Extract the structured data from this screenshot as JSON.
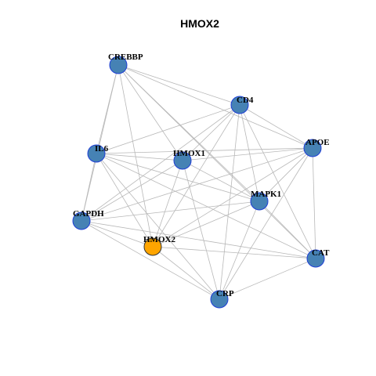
{
  "title": "HMOX2",
  "colors": {
    "node_fill": "#4682B4",
    "node_border": "#1F3FD6",
    "highlight_fill": "#FFA500",
    "highlight_border": "#333333",
    "edge": "#B8B8B8"
  },
  "nodes": [
    {
      "id": "CREBBP",
      "label": "CREBBP",
      "highlight": false
    },
    {
      "id": "CD4",
      "label": "CD4",
      "highlight": false
    },
    {
      "id": "APOE",
      "label": "APOE",
      "highlight": false
    },
    {
      "id": "IL6",
      "label": "IL6",
      "highlight": false
    },
    {
      "id": "HMOX1",
      "label": "HMOX1",
      "highlight": false
    },
    {
      "id": "MAPK1",
      "label": "MAPK1",
      "highlight": false
    },
    {
      "id": "GAPDH",
      "label": "GAPDH",
      "highlight": false
    },
    {
      "id": "HMOX2",
      "label": "HMOX2",
      "highlight": true
    },
    {
      "id": "CAT",
      "label": "CAT",
      "highlight": false
    },
    {
      "id": "CRP",
      "label": "CRP",
      "highlight": false
    }
  ],
  "edges": [
    [
      "CREBBP",
      "CD4"
    ],
    [
      "CREBBP",
      "APOE"
    ],
    [
      "CREBBP",
      "IL6"
    ],
    [
      "CREBBP",
      "GAPDH"
    ],
    [
      "CREBBP",
      "MAPK1"
    ],
    [
      "CREBBP",
      "CAT"
    ],
    [
      "CREBBP",
      "HMOX2"
    ],
    [
      "CREBBP",
      "HMOX1"
    ],
    [
      "CD4",
      "APOE"
    ],
    [
      "CD4",
      "IL6"
    ],
    [
      "CD4",
      "HMOX1"
    ],
    [
      "CD4",
      "MAPK1"
    ],
    [
      "CD4",
      "GAPDH"
    ],
    [
      "CD4",
      "HMOX2"
    ],
    [
      "CD4",
      "CAT"
    ],
    [
      "CD4",
      "CRP"
    ],
    [
      "APOE",
      "IL6"
    ],
    [
      "APOE",
      "HMOX1"
    ],
    [
      "APOE",
      "MAPK1"
    ],
    [
      "APOE",
      "GAPDH"
    ],
    [
      "APOE",
      "HMOX2"
    ],
    [
      "APOE",
      "CAT"
    ],
    [
      "APOE",
      "CRP"
    ],
    [
      "IL6",
      "HMOX1"
    ],
    [
      "IL6",
      "MAPK1"
    ],
    [
      "IL6",
      "GAPDH"
    ],
    [
      "IL6",
      "HMOX2"
    ],
    [
      "IL6",
      "CAT"
    ],
    [
      "IL6",
      "CRP"
    ],
    [
      "HMOX1",
      "HMOX2"
    ],
    [
      "HMOX1",
      "CRP"
    ],
    [
      "HMOX1",
      "GAPDH"
    ],
    [
      "HMOX1",
      "MAPK1"
    ],
    [
      "MAPK1",
      "GAPDH"
    ],
    [
      "MAPK1",
      "HMOX2"
    ],
    [
      "MAPK1",
      "CAT"
    ],
    [
      "MAPK1",
      "CRP"
    ],
    [
      "GAPDH",
      "HMOX2"
    ],
    [
      "GAPDH",
      "CAT"
    ],
    [
      "GAPDH",
      "CRP"
    ],
    [
      "HMOX2",
      "CAT"
    ],
    [
      "HMOX2",
      "CRP"
    ],
    [
      "CAT",
      "CRP"
    ]
  ]
}
